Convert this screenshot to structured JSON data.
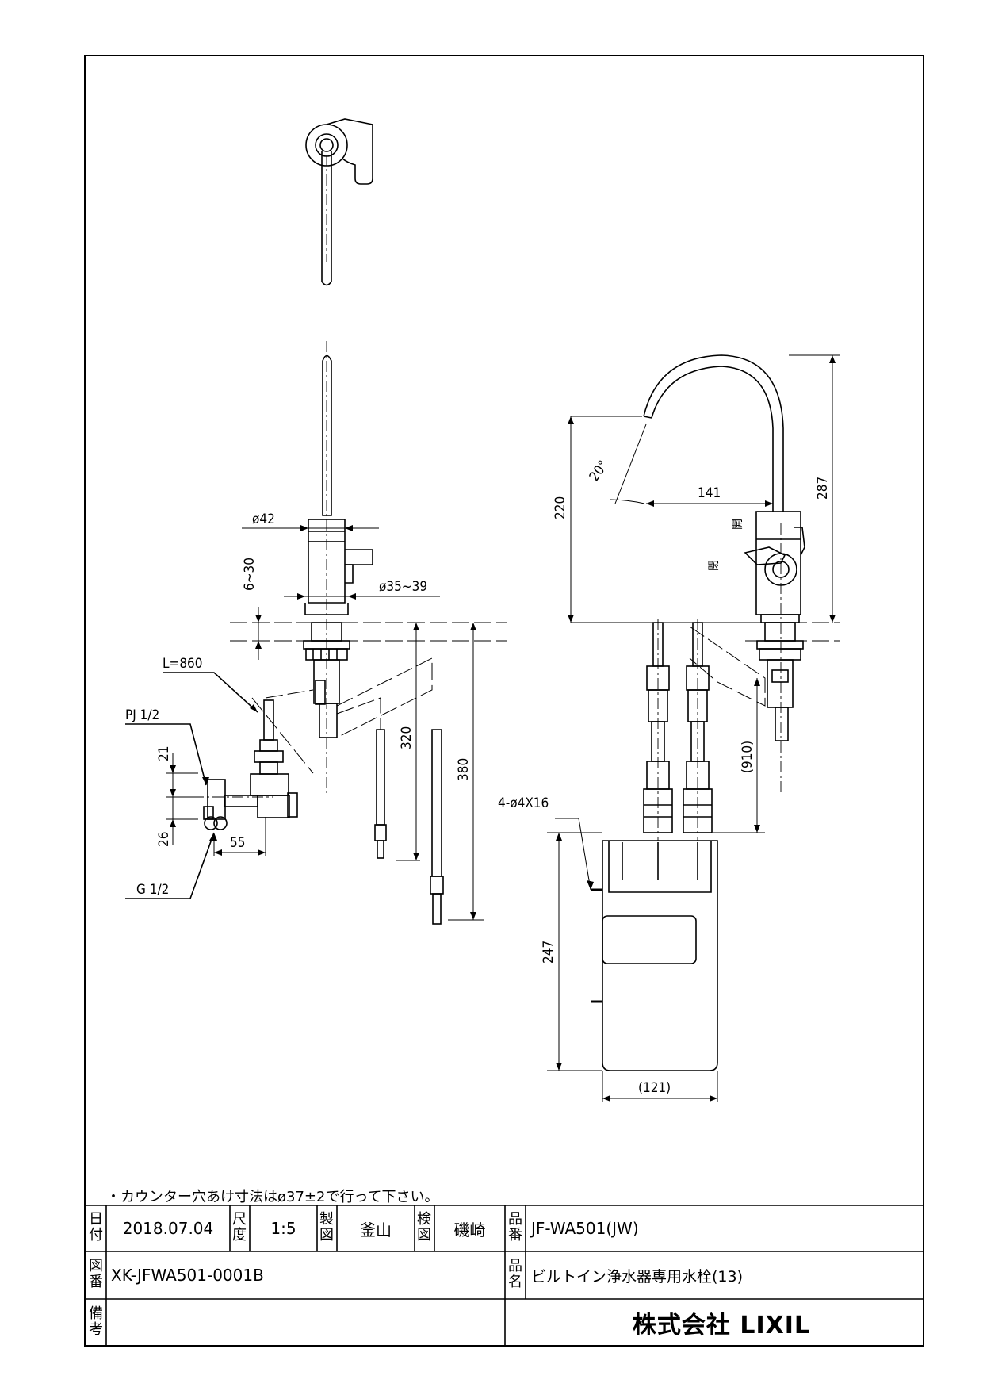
{
  "drawing": {
    "dimensions": {
      "d42": "ø42",
      "d_counter_thickness": "6~30",
      "d35_39": "ø35~39",
      "l860": "L=860",
      "pj": "PJ 1/2",
      "d21": "21",
      "d26": "26",
      "d55": "55",
      "g12": "G 1/2",
      "d320": "320",
      "d380": "380",
      "d220": "220",
      "d287": "287",
      "d141": "141",
      "angle": "20°",
      "open": "開",
      "close": "閉",
      "d910": "(910)",
      "holes": "4-ø4X16",
      "d247": "247",
      "d121": "(121)"
    },
    "note": "・カウンター穴あけ寸法はø37±2で行って下さい。"
  },
  "title_block": {
    "date_label": "日付",
    "date": "2018.07.04",
    "scale_label": "尺度",
    "scale": "1:5",
    "drafter_label": "製図",
    "drafter": "釜山",
    "checker_label": "検図",
    "checker": "磯崎",
    "part_no_label": "品番",
    "part_no": "JF-WA501(JW)",
    "drawing_no_label": "図番",
    "drawing_no": "XK-JFWA501-0001B",
    "part_name_label": "品名",
    "part_name": "ビルトイン浄水器専用水栓(13)",
    "remarks_label": "備考",
    "company": "株式会社 LIXIL"
  }
}
